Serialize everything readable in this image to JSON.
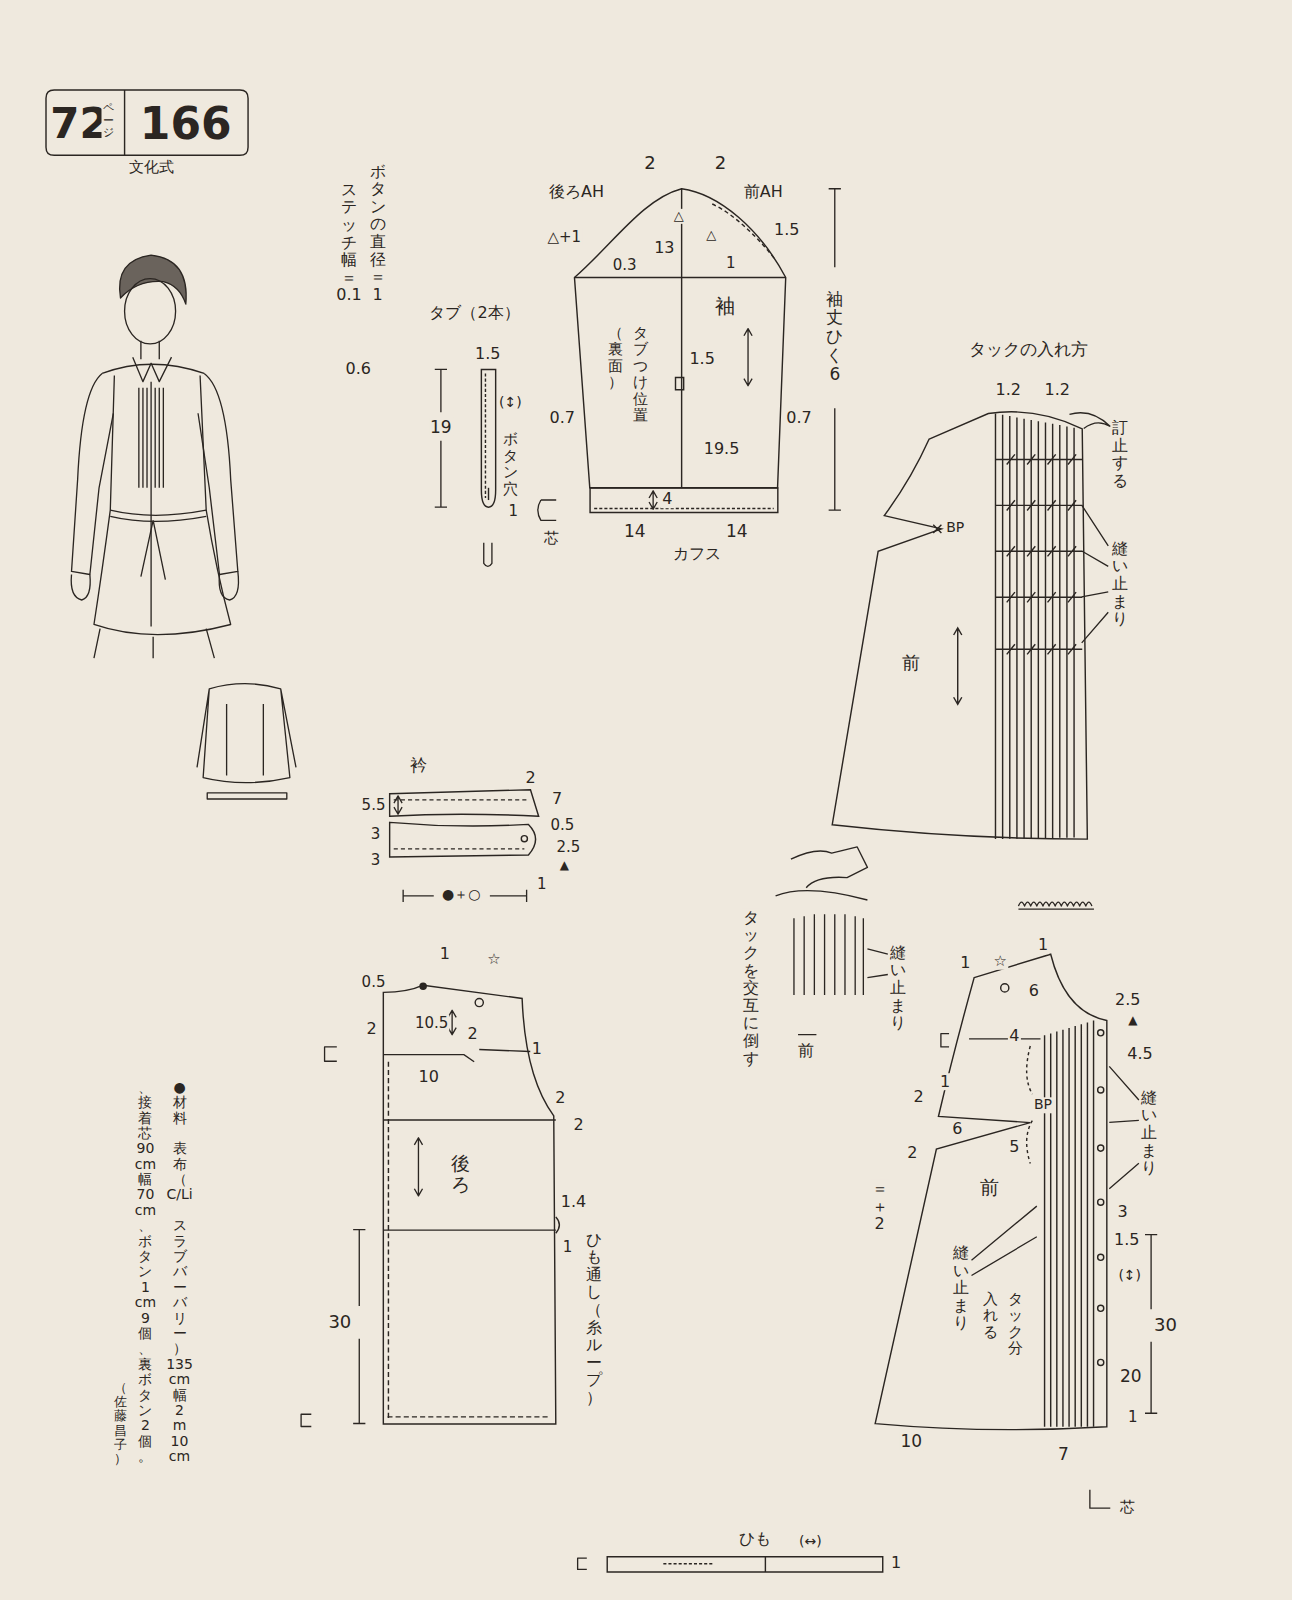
{
  "diagram": {
    "nodes": [
      {
        "text": [
          "72",
          "ページ",
          "166",
          "文化式"
        ]
      },
      {
        "text": [
          "タブ（2本）",
          "ボタン穴"
        ]
      },
      {
        "text": [
          "袖",
          "タブつけ位置（裏面）"
        ]
      },
      {
        "text": [
          "カフス"
        ],
        "in": 2
      },
      {
        "text": [
          "タックの入れ方",
          "前"
        ]
      },
      {
        "text": [
          "衿"
        ]
      },
      {
        "text": [
          "後ろ"
        ]
      },
      {
        "text": [
          "前",
          "タック分入れる"
        ]
      },
      {
        "text": [
          "ひも"
        ]
      }
    ],
    "labels": [
      "ボタンの直径＝1",
      "ステッチ幅＝0.1",
      "0.6",
      "1.5",
      "19",
      "(↕)",
      "1",
      "2",
      "2",
      "後ろAH",
      "前AH",
      "△+1",
      "△",
      "0.3",
      "13",
      "△",
      "1",
      "1.5",
      "1.5",
      "0.7",
      "0.7",
      "19.5",
      "4",
      "14",
      "14",
      "芯",
      "袖丈ひく6",
      "1.2",
      "1.2",
      "訂止する",
      "縫い止まり",
      "BP",
      "2",
      "7",
      "0.5",
      "2.5",
      "▲",
      "5.5",
      "3",
      "3",
      "●＋○",
      "1",
      "1",
      "☆",
      "0.5",
      "10.5",
      "2",
      "2",
      "1",
      "10",
      "2",
      "2",
      "1.4",
      "1",
      "ひも通し（糸ループ）",
      "30",
      "タックを交互に倒す",
      "縫い止まり",
      "前",
      "1",
      "☆",
      "1",
      "6",
      "2.5",
      "▲",
      "4",
      "4.5",
      "縫い止まり",
      "2",
      "1",
      "BP",
      "6",
      "5",
      "2",
      "＝＋2",
      "縫い止まり",
      "3",
      "1.5",
      "(↕)",
      "30",
      "20",
      "1",
      "10",
      "7",
      "芯",
      "(↔)",
      "1",
      "●材料　表布（C/Li スラブバーバリー）135cm幅2m10cm、接着芯90cm幅70cm、ボタン1cm9個、裏ボタン2個。",
      "（佐藤昌子）"
    ]
  }
}
